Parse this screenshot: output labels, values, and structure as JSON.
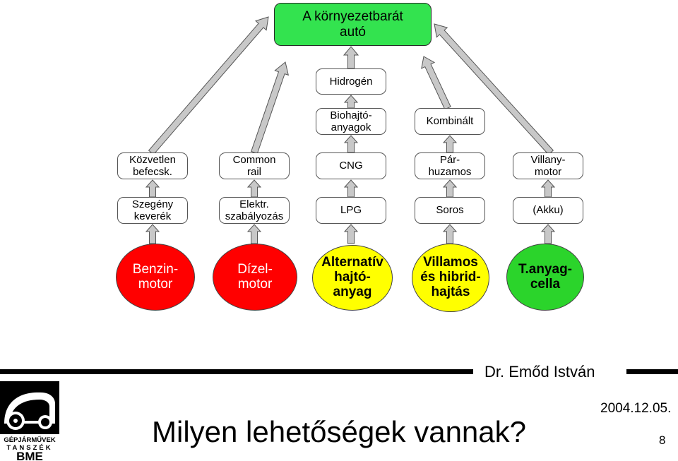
{
  "top": {
    "title": "A környezetbarát\nautó",
    "color": "#33e34f"
  },
  "middle": {
    "hidrogen": "Hidrogén",
    "bio": "Biohajtó-\nanyagok",
    "kombinalt": "Kombinált"
  },
  "row1": [
    "Közvetlen\nbefecsk.",
    "Common\nrail",
    "CNG",
    "Pár-\nhuzamos",
    "Villany-\nmotor"
  ],
  "row2": [
    "Szegény\nkeverék",
    "Elektr.\nszabályozás",
    "LPG",
    "Soros",
    "(Akku)"
  ],
  "ovals": [
    {
      "label": "Benzin-\nmotor",
      "color": "#ff0000"
    },
    {
      "label": "Dízel-\nmotor",
      "color": "#ff0000"
    },
    {
      "label": "Alternatív\nhajtó-\nanyag",
      "color": "#ffff00"
    },
    {
      "label": "Villamos\nés hibrid-\nhajtás",
      "color": "#ffff00"
    },
    {
      "label": "T.anyag-\ncella",
      "color": "#2bd42b"
    }
  ],
  "footer": {
    "author": "Dr. Emőd István",
    "date": "2004.12.05.",
    "title": "Milyen lehetőségek vannak?",
    "page": "8",
    "logo_line1": "GÉPJÁRMŰVEK",
    "logo_line2": "TANSZÉK",
    "logo_line3": "BME"
  }
}
